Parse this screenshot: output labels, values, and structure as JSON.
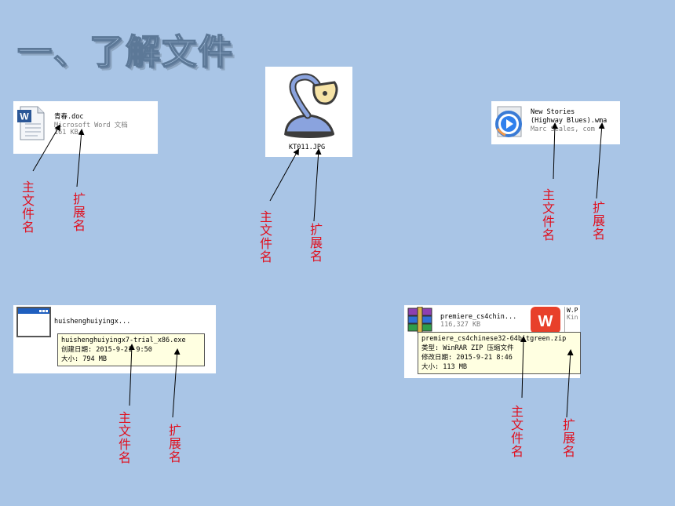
{
  "title": "一、了解文件",
  "labels": {
    "main_name": "主文件名",
    "ext_name": "扩展名"
  },
  "file_doc": {
    "name": "青春.doc",
    "type": "Microsoft Word 文档",
    "size": "161 KB"
  },
  "file_jpg": {
    "name": "KT011.JPG"
  },
  "file_wma": {
    "name_line1": "New Stories",
    "name_line2": "(Highway Blues).wma",
    "artist": "Marc Seales, com"
  },
  "file_exe": {
    "short_name": "huishenghuiyingx...",
    "tip_name": "huishenghuiyingx7-trial_x86.exe",
    "tip_created": "创建日期: 2015-9-21 9:50",
    "tip_size": "大小: 794 MB"
  },
  "file_zip": {
    "short_name": "premiere_cs4chin...",
    "size": "116,327 KB",
    "tip_name": "premiere_cs4chinese32-64bitgreen.zip",
    "tip_type": "类型: WinRAR ZIP 压缩文件",
    "tip_modified": "修改日期: 2015-9-21 8:46",
    "tip_size": "大小: 113 MB",
    "side_text_1": "W.P",
    "side_text_2": "Kin"
  },
  "colors": {
    "background": "#a9c5e6",
    "label_red": "#e0101f",
    "tooltip_bg": "#ffffe1"
  }
}
